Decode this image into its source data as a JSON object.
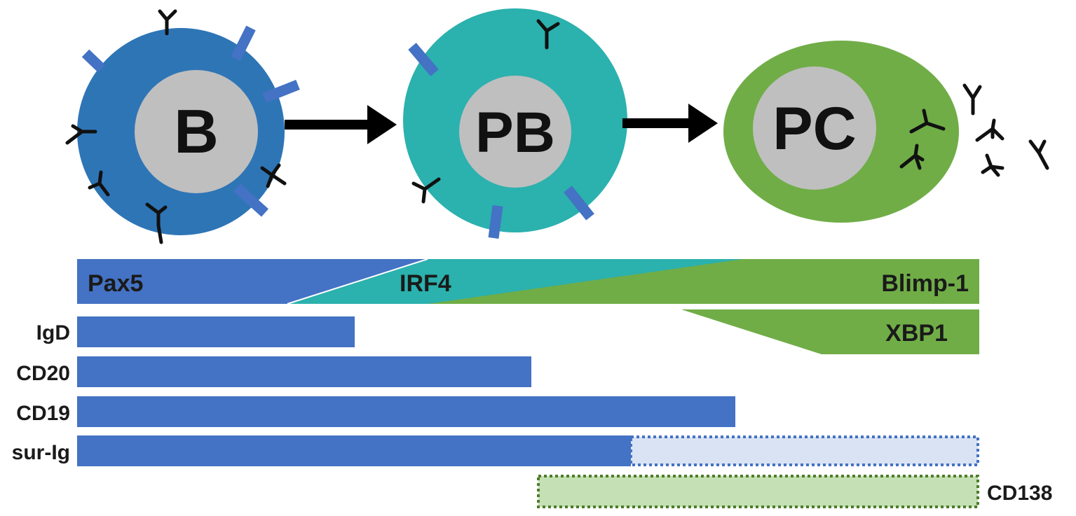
{
  "colors": {
    "b_cell": "#2e75b6",
    "pb_cell": "#2bb1ae",
    "pc_cell": "#70ad47",
    "nucleus": "#bfbfbf",
    "receptor": "#4472c4",
    "antibody": "#111111",
    "bar_blue": "#4472c4",
    "bar_green": "#70ad47",
    "bar_teal": "#2bb1ae",
    "bar_light_blue": "#dae3f3",
    "bar_light_green": "#c5e0b4",
    "dotted_green": "#4d7d2a"
  },
  "cells": [
    {
      "id": "b",
      "label": "B"
    },
    {
      "id": "pb",
      "label": "PB"
    },
    {
      "id": "pc",
      "label": "PC"
    }
  ],
  "transcription_factors": {
    "pax5": "Pax5",
    "irf4": "IRF4",
    "blimp1": "Blimp-1",
    "xbp1": "XBP1"
  },
  "markers": {
    "igd": "IgD",
    "cd20": "CD20",
    "cd19": "CD19",
    "sur_ig": "sur-Ig",
    "cd138": "CD138"
  }
}
